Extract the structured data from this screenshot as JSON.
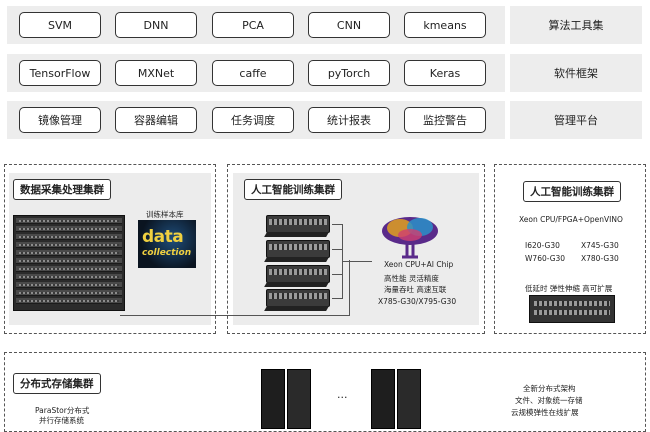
{
  "algorithms": {
    "label": "算法工具集",
    "items": [
      "SVM",
      "DNN",
      "PCA",
      "CNN",
      "kmeans"
    ]
  },
  "frameworks": {
    "label": "软件框架",
    "items": [
      "TensorFlow",
      "MXNet",
      "caffe",
      "pyTorch",
      "Keras"
    ]
  },
  "management": {
    "label": "管理平台",
    "items": [
      "镜像管理",
      "容器编辑",
      "任务调度",
      "统计报表",
      "监控警告"
    ]
  },
  "data_cluster": {
    "title": "数据采集处理集群",
    "sample_label": "训练样本库",
    "data_word": "data",
    "collection_word": "collection"
  },
  "ai_cluster": {
    "title": "人工智能训练集群",
    "chip": "Xeon CPU+AI Chip",
    "features_line1": "高性能  灵活精度",
    "features_line2": "海量吞吐  高速互联",
    "model": "X785-G30/X795-G30"
  },
  "ai_cluster2": {
    "title": "人工智能训练集群",
    "chip": "Xeon CPU/FPGA+OpenVINO",
    "models_left": [
      "I620-G30",
      "W760-G30"
    ],
    "models_right": [
      "X745-G30",
      "X780-G30"
    ],
    "features": "低延时  弹性伸缩  高可扩展"
  },
  "storage_cluster": {
    "title": "分布式存储集群",
    "sub1": "ParaStor分布式",
    "sub2": "并行存储系统",
    "ellipsis": "···",
    "desc1": "全新分布式架构",
    "desc2": "文件、对象统一存储",
    "desc3": "云规模弹性在线扩展"
  }
}
